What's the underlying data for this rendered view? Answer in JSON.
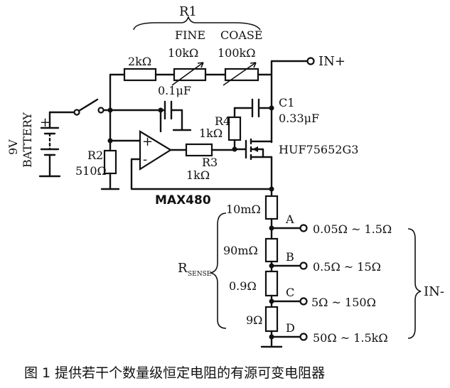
{
  "labels": {
    "r1": "R1",
    "fine": "FINE",
    "coase": "COASE",
    "r_2k": "2kΩ",
    "r_fine": "10kΩ",
    "r_coase": "100kΩ",
    "in_plus": "IN+",
    "cap_01": "0.1μF",
    "c1": "C1",
    "c1_val": "0.33μF",
    "r4": "R4",
    "r4_val": "1kΩ",
    "battery_v": "9V",
    "battery": "BATTERY",
    "r2": "R2",
    "r2_val": "510Ω",
    "r3": "R3",
    "r3_val": "1kΩ",
    "opamp": "MAX480",
    "mosfet": "HUF75652G3",
    "rs1": "10mΩ",
    "rs2": "90mΩ",
    "rs3": "0.9Ω",
    "rs4": "9Ω",
    "rsense": "R",
    "rsense_sub": "SENSE",
    "tap_a": "A",
    "tap_b": "B",
    "tap_c": "C",
    "tap_d": "D",
    "range_a": "0.05Ω ~ 1.5Ω",
    "range_b": "0.5Ω ~ 15Ω",
    "range_c": "5Ω ~ 150Ω",
    "range_d": "50Ω ~ 1.5kΩ",
    "in_minus": "IN-",
    "plus_sign": "+",
    "minus_sign": "-",
    "bat_plus": "+",
    "caption": "图 1  提供若干个数量级恒定电阻的有源可变电阻器"
  }
}
